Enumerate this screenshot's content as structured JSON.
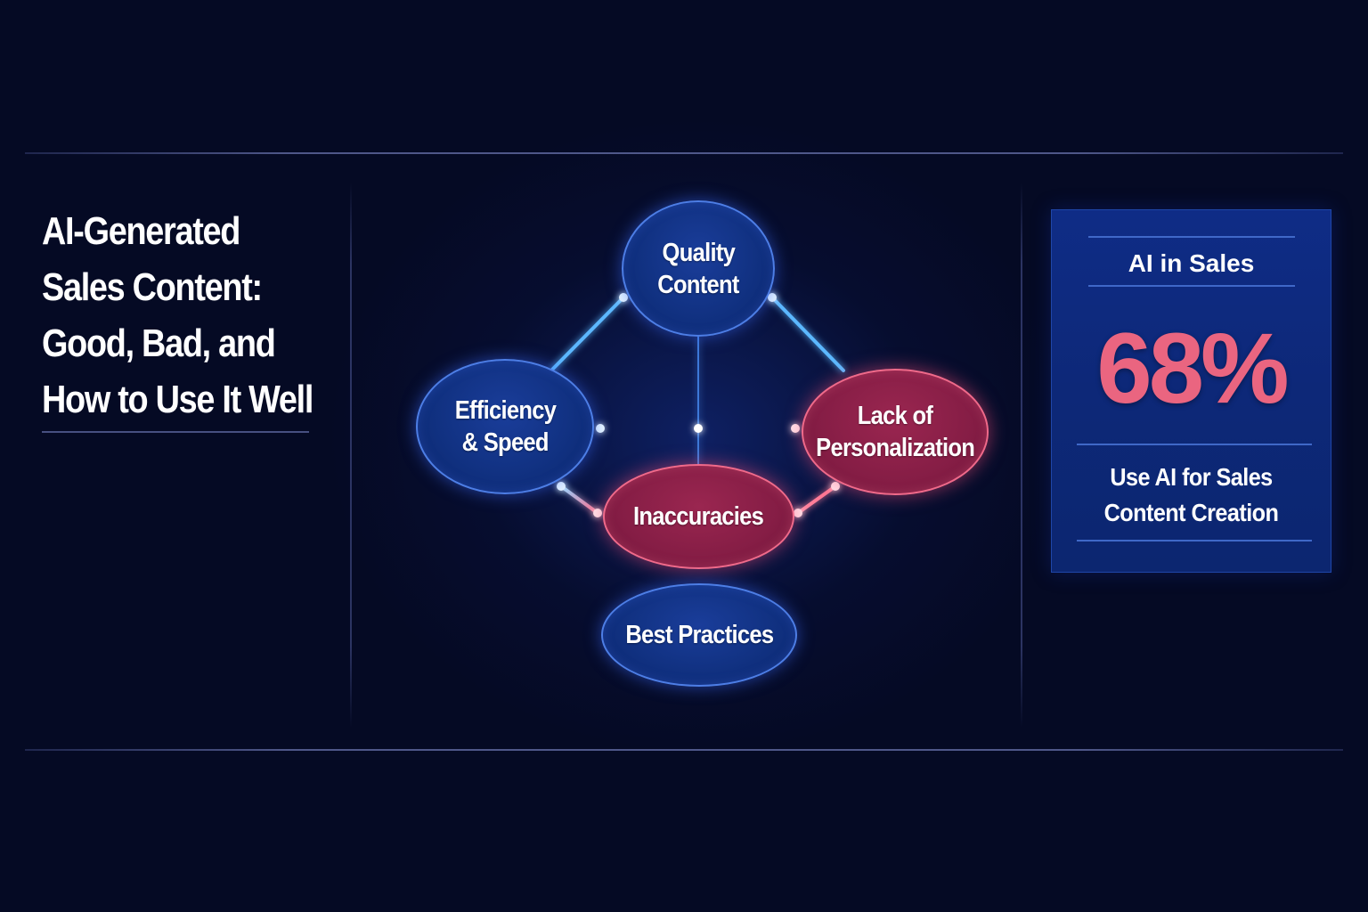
{
  "title": {
    "lines": [
      "AI-Generated",
      "Sales Content:",
      "Good, Bad, and",
      "How to Use It Well"
    ]
  },
  "diagram": {
    "nodes": [
      {
        "id": "quality-content",
        "lines": [
          "Quality",
          "Content"
        ],
        "tone": "positive",
        "color": "#10307f"
      },
      {
        "id": "efficiency-speed",
        "lines": [
          "Efficiency",
          "& Speed"
        ],
        "tone": "positive",
        "color": "#10307f"
      },
      {
        "id": "lack-of-personalization",
        "lines": [
          "Lack of",
          "Personalization"
        ],
        "tone": "negative",
        "color": "#851d45"
      },
      {
        "id": "inaccuracies",
        "lines": [
          "Inaccuracies"
        ],
        "tone": "negative",
        "color": "#851d45"
      },
      {
        "id": "best-practices",
        "lines": [
          "Best Practices"
        ],
        "tone": "positive",
        "color": "#10307f"
      }
    ],
    "edges": [
      {
        "from": "quality-content",
        "to": "efficiency-speed"
      },
      {
        "from": "quality-content",
        "to": "lack-of-personalization"
      },
      {
        "from": "quality-content",
        "to": "inaccuracies"
      },
      {
        "from": "efficiency-speed",
        "to": "lack-of-personalization"
      },
      {
        "from": "efficiency-speed",
        "to": "inaccuracies"
      },
      {
        "from": "lack-of-personalization",
        "to": "inaccuracies"
      },
      {
        "from": "inaccuracies",
        "to": "best-practices"
      }
    ],
    "colors": {
      "positive_glow": "#3fa2ff",
      "negative_glow": "#ff5a7a"
    }
  },
  "stat_card": {
    "title": "AI in Sales",
    "value": "68%",
    "value_color": "#ea6580",
    "description_lines": [
      "Use AI for Sales",
      "Content Creation"
    ]
  }
}
